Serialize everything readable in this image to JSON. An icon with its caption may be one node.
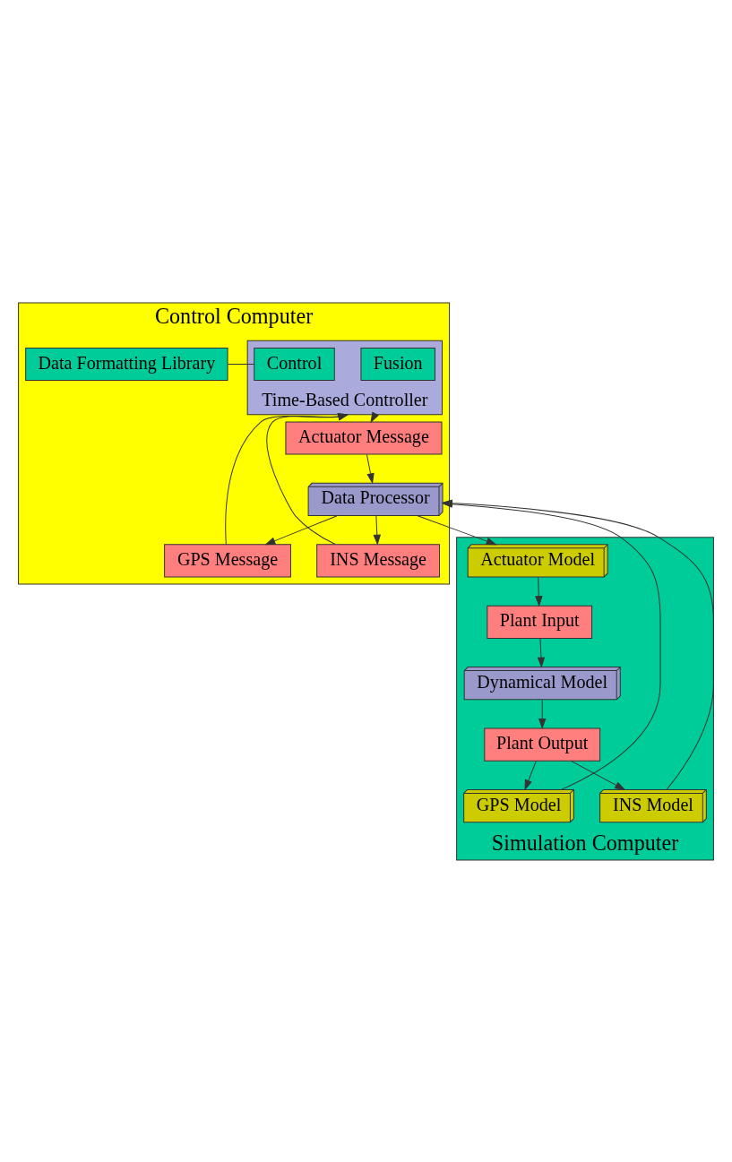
{
  "diagram": {
    "nodes": [
      {
        "text": [
          "Control Computer"
        ]
      },
      {
        "text": [
          "Time-Based Controller"
        ],
        "in": 0
      },
      {
        "text": [
          "Fusion"
        ],
        "in": 1
      },
      {
        "text": [
          "Control"
        ],
        "in": 1
      },
      {
        "text": [
          "Data Formatting Library"
        ],
        "in": 0
      },
      {
        "text": [
          "GPS Message"
        ],
        "in": 0
      },
      {
        "text": [
          "INS Message"
        ],
        "in": 0
      },
      {
        "text": [
          "Actuator Message"
        ],
        "in": 0
      },
      {
        "text": [
          "Data Processor"
        ],
        "in": 0
      },
      {
        "text": [
          "Simulation Computer"
        ]
      },
      {
        "text": [
          "GPS Model"
        ],
        "in": 9
      },
      {
        "text": [
          "INS Model"
        ],
        "in": 9
      },
      {
        "text": [
          "Actuator Model"
        ],
        "in": 9
      },
      {
        "text": [
          "Plant Output"
        ],
        "in": 9
      },
      {
        "text": [
          "Plant Input"
        ],
        "in": 9
      },
      {
        "text": [
          "Dynamical Model"
        ],
        "in": 9
      }
    ],
    "edges": [
      {
        "from": 5,
        "to": 1,
        "arrow": "to"
      },
      {
        "from": 6,
        "to": 1,
        "arrow": "to"
      },
      {
        "from": 1,
        "to": 7,
        "arrow": "to"
      },
      {
        "from": 3,
        "to": 4,
        "arrow": "none"
      },
      {
        "from": 8,
        "to": 5,
        "arrow": "to"
      },
      {
        "from": 8,
        "to": 6,
        "arrow": "to"
      },
      {
        "from": 7,
        "to": 8,
        "arrow": "to"
      },
      {
        "from": 10,
        "to": 8,
        "arrow": "to"
      },
      {
        "from": 11,
        "to": 8,
        "arrow": "to"
      },
      {
        "from": 8,
        "to": 12,
        "arrow": "to"
      },
      {
        "from": 13,
        "to": 10,
        "arrow": "to"
      },
      {
        "from": 13,
        "to": 11,
        "arrow": "to"
      },
      {
        "from": 12,
        "to": 14,
        "arrow": "to"
      },
      {
        "from": 15,
        "to": 13,
        "arrow": "to"
      },
      {
        "from": 14,
        "to": 15,
        "arrow": "to"
      }
    ]
  }
}
